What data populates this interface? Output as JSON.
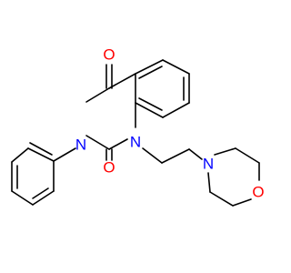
{
  "molecule": {
    "atom_labels": {
      "o_carbonyl_top": "O",
      "o_carbonyl_bottom": "O",
      "n_phenyl": "N",
      "n_ethyl": "N",
      "n_morpholine": "N",
      "o_morpholine": "O"
    },
    "colors": {
      "O": "#ff0000",
      "N": "#0000ff",
      "bond": "#000000"
    }
  }
}
